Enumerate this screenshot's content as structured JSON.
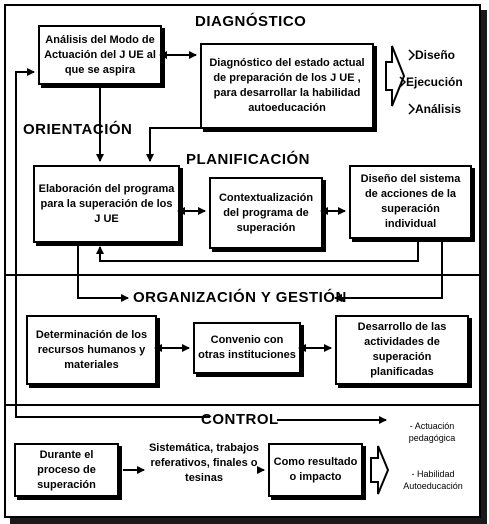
{
  "sections": {
    "diagnostico": "DIAGNÓSTICO",
    "orientacion": "ORIENTACIÓN",
    "planificacion": "PLANIFICACIÓN",
    "organizacion": "ORGANIZACIÓN Y GESTIÓN",
    "control": "CONTROL"
  },
  "diagnostico": {
    "analisis_box": "Análisis del Modo de Actuación del J UE al que se aspira",
    "estado_box": "Diagnóstico del estado actual de preparación de los J UE , para desarrollar la habilidad autoeducación",
    "outputs": [
      "Diseño",
      "Ejecución",
      "Análisis"
    ]
  },
  "planificacion": {
    "elaboracion_box": "Elaboración del programa para la superación de los J UE",
    "contextualizacion_box": "Contextualización del programa de superación",
    "diseno_box": "Diseño del sistema de acciones de la superación individual"
  },
  "organizacion": {
    "recursos_box": "Determinación de los recursos humanos y materiales",
    "convenio_box": "Convenio con otras instituciones",
    "desarrollo_box": "Desarrollo de las actividades de superación planificadas"
  },
  "control": {
    "durante_box": "Durante el proceso de superación",
    "middle_text": "Sistemática, trabajos referativos, finales o tesinas",
    "resultado_box": "Como resultado o impacto",
    "outcome_1": "- Actuación pedagógica",
    "outcome_2": "- Habilidad Autoeducación"
  }
}
